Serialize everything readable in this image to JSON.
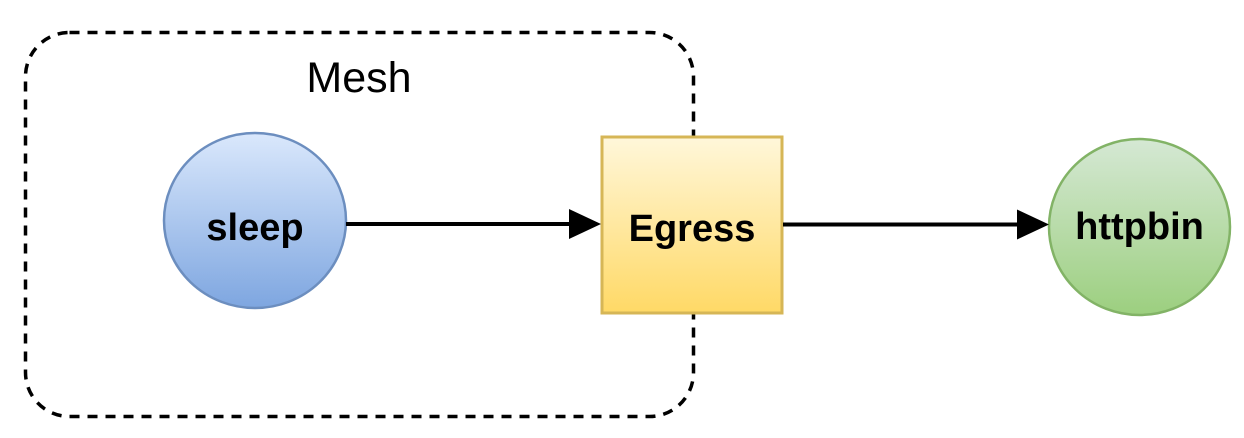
{
  "diagram": {
    "background_color": "#ffffff",
    "mesh": {
      "label": "Mesh",
      "border_color": "#000000"
    },
    "nodes": {
      "sleep": {
        "label": "sleep",
        "shape": "ellipse",
        "fill_top": "#dae8fc",
        "fill_bottom": "#7ea6e0",
        "stroke": "#6c8ebf"
      },
      "egress": {
        "label": "Egress",
        "shape": "square",
        "fill_top": "#fff7da",
        "fill_bottom": "#ffd966",
        "stroke": "#d6b656"
      },
      "httpbin": {
        "label": "httpbin",
        "shape": "ellipse",
        "fill_top": "#d5e8d4",
        "fill_bottom": "#9ccf7f",
        "stroke": "#82b366"
      }
    },
    "edges": {
      "color": "#000000",
      "list": [
        {
          "from": "sleep",
          "to": "Egress"
        },
        {
          "from": "Egress",
          "to": "httpbin"
        }
      ]
    }
  }
}
